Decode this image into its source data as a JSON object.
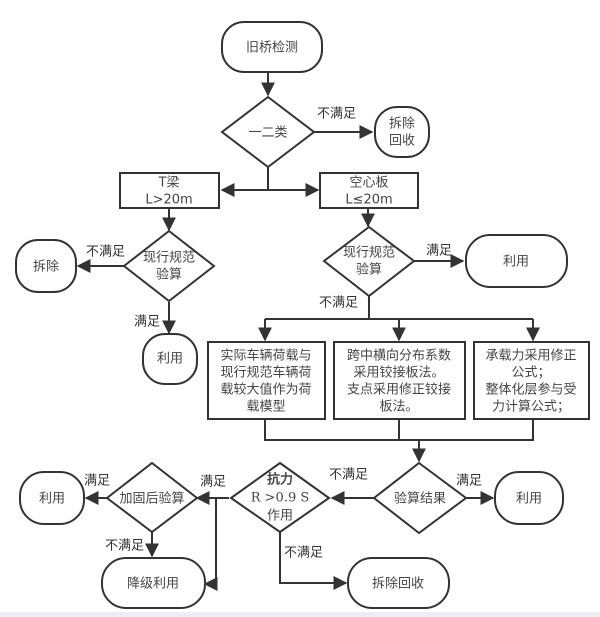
{
  "nodes": {
    "start": "旧桥检测",
    "class_check": "一二类",
    "demolish_recycle_top": [
      "拆除",
      "回收"
    ],
    "t_beam": [
      "T梁",
      "L>20m"
    ],
    "hollow_slab": [
      "空心板",
      "L≤20m"
    ],
    "t_beam_check": [
      "现行规范",
      "验算"
    ],
    "slab_check": [
      "现行规范",
      "验算"
    ],
    "demolish_left": "拆除",
    "use_left": "利用",
    "use_right_top": "利用",
    "method_1": [
      "实际车辆荷载与",
      "现行规范车辆荷",
      "载较大值作为荷",
      "载模型"
    ],
    "method_2": [
      "跨中横向分布系数",
      "采用铰接板法。",
      "支点采用修正铰接",
      "板法。"
    ],
    "method_3": [
      "承载力采用修正",
      "公式；",
      "整体化层参与受",
      "力计算公式；"
    ],
    "result_check": "验算结果",
    "use_result": "利用",
    "resistance_check": [
      "抗力",
      "R >0.9 S",
      "作用"
    ],
    "reinforce_check": "加固后验算",
    "use_reinforced": "利用",
    "downgrade_use": "降级利用",
    "demolish_recycle_bottom": "拆除回收"
  },
  "edge_labels": {
    "class_fail": "不满足",
    "t_beam_fail": "不满足",
    "t_beam_pass": "满足",
    "slab_pass": "满足",
    "slab_fail": "不满足",
    "result_fail": "不满足",
    "result_pass": "满足",
    "resistance_pass": "满足",
    "resistance_fail": "不满足",
    "reinforce_pass": "满足",
    "reinforce_fail": "不满足"
  }
}
